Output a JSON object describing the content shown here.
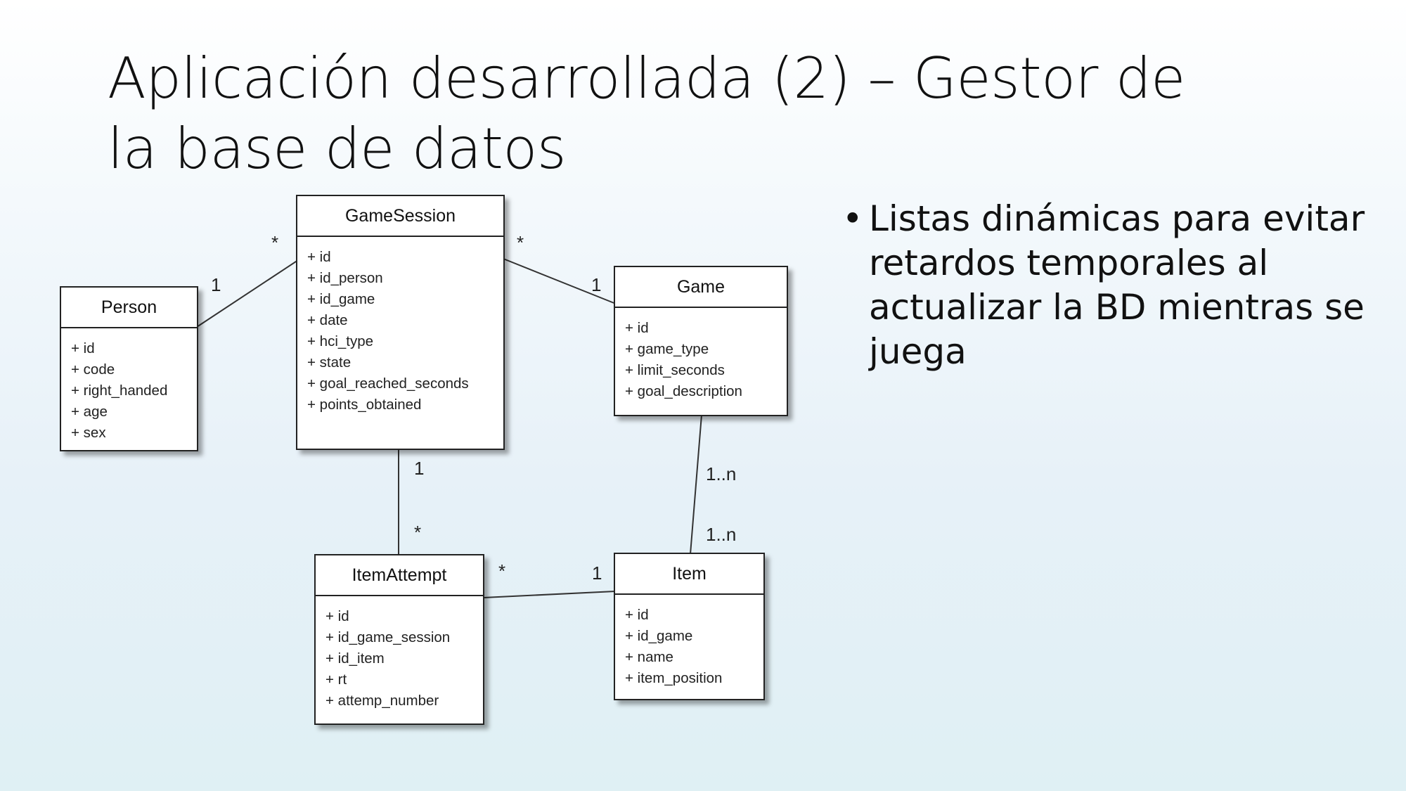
{
  "slide": {
    "title": "Aplicación desarrollada (2) – Gestor de la base de datos",
    "bullets": [
      "Listas dinámicas para evitar retardos temporales al actualizar la BD mientras se juega"
    ]
  },
  "diagram": {
    "entities": {
      "person": {
        "name": "Person",
        "attributes": [
          "+ id",
          "+ code",
          "+ right_handed",
          "+ age",
          "+ sex"
        ]
      },
      "game_session": {
        "name": "GameSession",
        "attributes": [
          "+ id",
          "+ id_person",
          "+ id_game",
          "+ date",
          "+ hci_type",
          "+ state",
          "+ goal_reached_seconds",
          "+ points_obtained"
        ]
      },
      "game": {
        "name": "Game",
        "attributes": [
          "+ id",
          "+ game_type",
          "+ limit_seconds",
          "+ goal_description"
        ]
      },
      "item_attempt": {
        "name": "ItemAttempt",
        "attributes": [
          "+ id",
          "+ id_game_session",
          "+ id_item",
          "+ rt",
          "+ attemp_number"
        ]
      },
      "item": {
        "name": "Item",
        "attributes": [
          "+ id",
          "+ id_game",
          "+ name",
          "+ item_position"
        ]
      }
    },
    "relations": [
      {
        "from": "Person",
        "to": "GameSession",
        "from_mult": "1",
        "to_mult": "*"
      },
      {
        "from": "GameSession",
        "to": "Game",
        "from_mult": "*",
        "to_mult": "1"
      },
      {
        "from": "GameSession",
        "to": "ItemAttempt",
        "from_mult": "1",
        "to_mult": "*"
      },
      {
        "from": "Game",
        "to": "Item",
        "from_mult": "1..n",
        "to_mult": "1..n"
      },
      {
        "from": "ItemAttempt",
        "to": "Item",
        "from_mult": "*",
        "to_mult": "1"
      }
    ]
  }
}
